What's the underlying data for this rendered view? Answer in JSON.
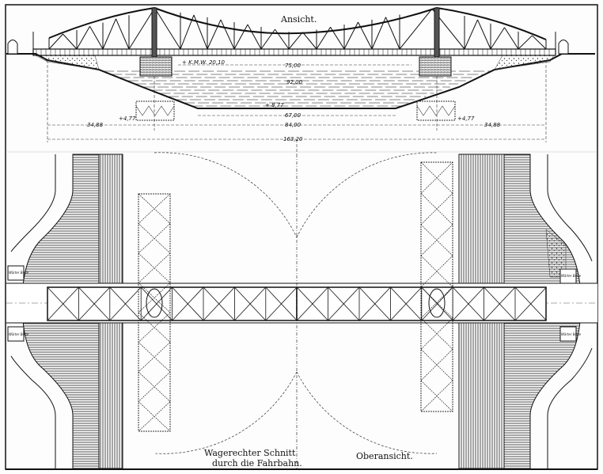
{
  "views": {
    "elevation_title": "Ansicht.",
    "section_title_line1": "Wagerechter Schnitt",
    "section_title_line2": "durch die Fahrbahn.",
    "plan_title": "Oberansicht."
  },
  "elevation_dimensions": {
    "water_level": "+ K.M.W. 20,10",
    "span_water": "75,00",
    "span_piers": "92,00",
    "river_bed": "+ 8,77",
    "bed_width": "67,00",
    "main_span": "84,00",
    "side_span_left": "34,88",
    "side_span_right": "34,88",
    "total_length": "163,20",
    "pier_left_foundation": "+4,77",
    "pier_right_foundation": "+4,77"
  },
  "plan_labels": {
    "booth_left_top": "Wärter Bude",
    "booth_left_bottom": "Wärter Bude",
    "booth_right_top": "Wärter Bude",
    "booth_right_bottom": "Wärter Bude"
  },
  "colors": {
    "ink": "#111111",
    "paper": "#fdfdfd",
    "water": "#cfcfcf"
  }
}
